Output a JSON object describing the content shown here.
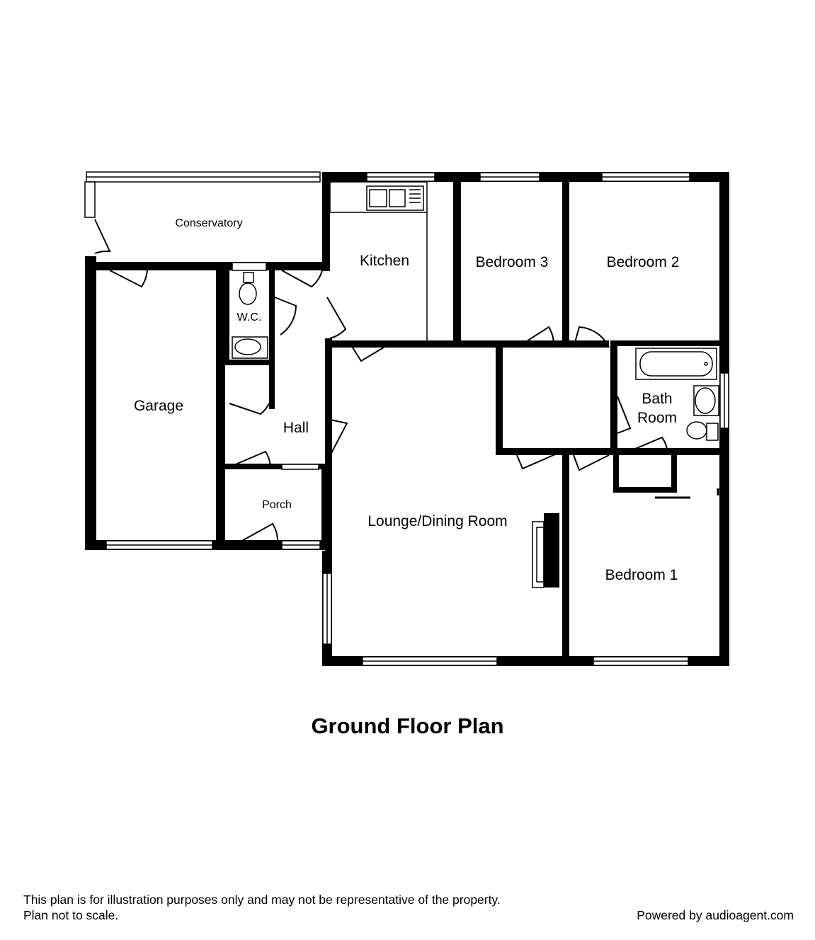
{
  "plan": {
    "title": "Ground Floor Plan",
    "rooms": {
      "conservatory": "Conservatory",
      "kitchen": "Kitchen",
      "bedroom3": "Bedroom 3",
      "bedroom2": "Bedroom 2",
      "wc": "W.C.",
      "garage": "Garage",
      "bathroom_line1": "Bath",
      "bathroom_line2": "Room",
      "hall": "Hall",
      "porch": "Porch",
      "lounge": "Lounge/Dining Room",
      "bedroom1": "Bedroom 1"
    }
  },
  "footer": {
    "disclaimer_line1": "This plan is for illustration purposes only and may not be representative of the property.",
    "disclaimer_line2": "Plan not to scale.",
    "powered_by": "Powered by audioagent.com"
  }
}
